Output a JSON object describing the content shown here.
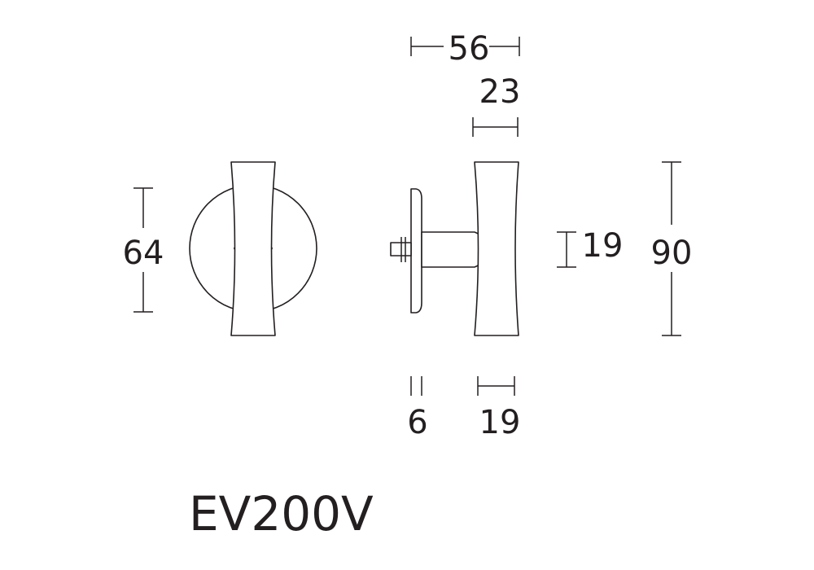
{
  "product_code": "EV200V",
  "dimensions": {
    "overall_depth": "56",
    "handle_depth": "23",
    "rose_diameter": "64",
    "handle_width": "19",
    "handle_height": "90",
    "rose_thickness": "6",
    "stem_length": "19"
  },
  "colors": {
    "line": "#231f20",
    "background": "#ffffff"
  }
}
